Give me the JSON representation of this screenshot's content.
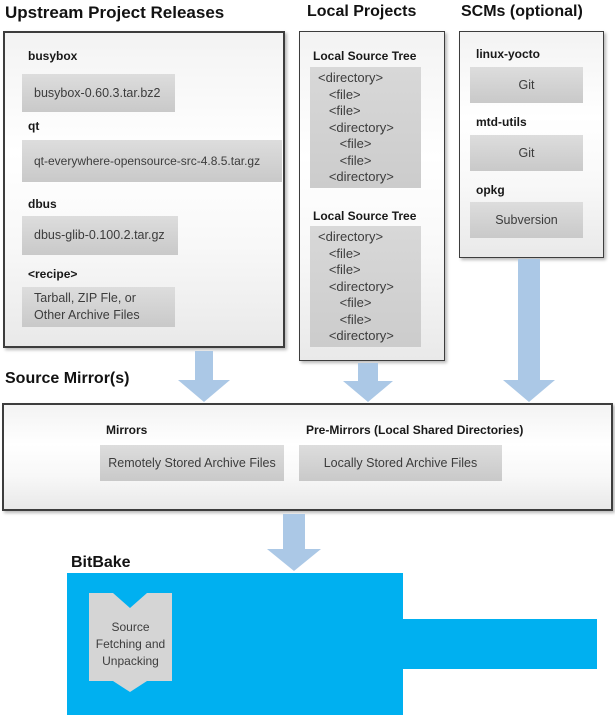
{
  "upstream": {
    "title": "Upstream Project Releases",
    "items": [
      {
        "label": "busybox",
        "value": "busybox-0.60.3.tar.bz2"
      },
      {
        "label": "qt",
        "value": "qt-everywhere-opensource-src-4.8.5.tar.gz"
      },
      {
        "label": "dbus",
        "value": "dbus-glib-0.100.2.tar.gz"
      },
      {
        "label": "<recipe>",
        "value": "Tarball, ZIP Fle, or\nOther Archive Files"
      }
    ]
  },
  "local_projects": {
    "title": "Local Projects",
    "sections": [
      {
        "label": "Local Source Tree",
        "tree": "<directory>\n   <file>\n   <file>\n   <directory>\n      <file>\n      <file>\n   <directory>"
      },
      {
        "label": "Local Source Tree",
        "tree": "<directory>\n   <file>\n   <file>\n   <directory>\n      <file>\n      <file>\n   <directory>"
      }
    ]
  },
  "scms": {
    "title": "SCMs (optional)",
    "items": [
      {
        "label": "linux-yocto",
        "value": "Git"
      },
      {
        "label": "mtd-utils",
        "value": "Git"
      },
      {
        "label": "opkg",
        "value": "Subversion"
      }
    ]
  },
  "source_mirrors": {
    "title": "Source Mirror(s)",
    "items": [
      {
        "label": "Mirrors",
        "value": "Remotely Stored Archive Files"
      },
      {
        "label": "Pre-Mirrors (Local Shared Directories)",
        "value": "Locally Stored Archive Files"
      }
    ]
  },
  "bitbake": {
    "title": "BitBake",
    "process": "Source\nFetching and\nUnpacking"
  },
  "colors": {
    "bitbake_blue": "#00b0f0",
    "arrow_blue": "#abc8e6",
    "box_gray_top": "#dddddd",
    "box_gray_bottom": "#c9c9c9",
    "panel_border": "#3d3d3d"
  }
}
